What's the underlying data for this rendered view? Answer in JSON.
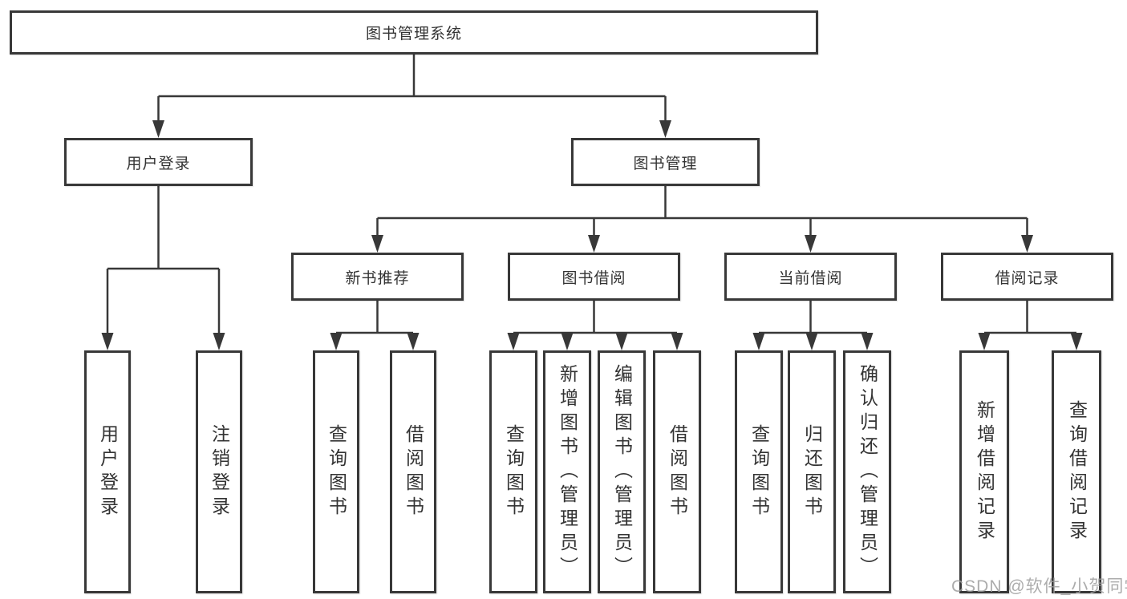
{
  "diagram_title": "图书管理系统",
  "watermark": "CSDN @软件_小贺同学",
  "colors": {
    "line": "#383838",
    "box_border": "#383838",
    "box_fill": "#ffffff",
    "text": "#333333",
    "watermark": "#9e9e9e"
  },
  "tree": {
    "label": "图书管理系统",
    "children": [
      {
        "label": "用户登录",
        "children": [
          {
            "label": "用户登录"
          },
          {
            "label": "注销登录"
          }
        ]
      },
      {
        "label": "图书管理",
        "children": [
          {
            "label": "新书推荐",
            "children": [
              {
                "label": "查询图书"
              },
              {
                "label": "借阅图书"
              }
            ]
          },
          {
            "label": "图书借阅",
            "children": [
              {
                "label": "查询图书"
              },
              {
                "label": "新增图书（管理员）"
              },
              {
                "label": "编辑图书（管理员）"
              },
              {
                "label": "借阅图书"
              }
            ]
          },
          {
            "label": "当前借阅",
            "children": [
              {
                "label": "查询图书"
              },
              {
                "label": "归还图书"
              },
              {
                "label": "确认归还（管理员）"
              }
            ]
          },
          {
            "label": "借阅记录",
            "children": [
              {
                "label": "新增借阅记录"
              },
              {
                "label": "查询借阅记录"
              }
            ]
          }
        ]
      }
    ]
  }
}
